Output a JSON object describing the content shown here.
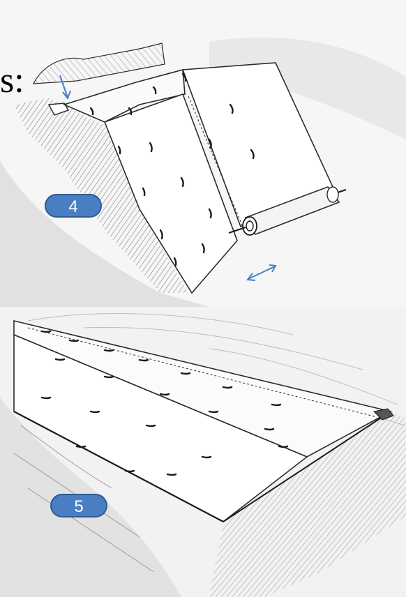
{
  "heading_fragment": "s:",
  "steps": [
    {
      "number": "4"
    },
    {
      "number": "5"
    }
  ],
  "colors": {
    "badge_fill": "#4a7ec2",
    "badge_border": "#2e5a95",
    "arrow_blue": "#4a7ec2",
    "pencil": "#2b2b2b",
    "shading": "#7a7a7a"
  },
  "icons": {
    "down_arrow": "arrow-down-icon",
    "double_arrow": "double-arrow-icon"
  }
}
